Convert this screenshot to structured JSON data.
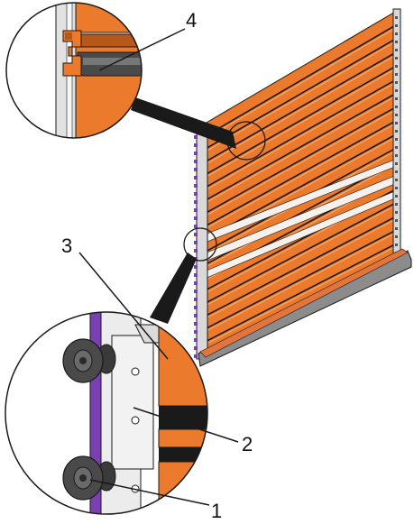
{
  "callouts": {
    "c1": "1",
    "c2": "2",
    "c3": "3",
    "c4": "4"
  },
  "colors": {
    "slat_orange": "#ec7a2c",
    "slat_dark": "#b8571a",
    "white_slat": "#f6f1ec",
    "guide_rail": "#d9d9d9",
    "purple_hardware": "#7a3fb0",
    "bottom_bar": "#8c8c8c",
    "outline": "#1a1a1a"
  }
}
